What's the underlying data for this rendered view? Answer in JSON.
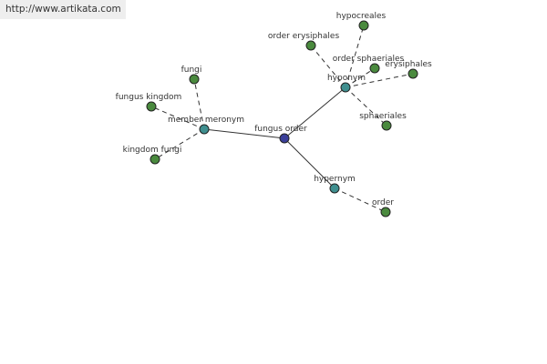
{
  "watermark": {
    "text": "http://www.artikata.com"
  },
  "colors": {
    "root": "#3a3f99",
    "relation": "#3f8f8f",
    "leaf": "#4a8a3e"
  },
  "nodes": {
    "fungus_order": {
      "label": "fungus order",
      "kind": "root"
    },
    "member_meronym": {
      "label": "member meronym",
      "kind": "relation"
    },
    "hyponym": {
      "label": "hyponym",
      "kind": "relation"
    },
    "hypernym": {
      "label": "hypernym",
      "kind": "relation"
    },
    "fungi": {
      "label": "fungi",
      "kind": "leaf"
    },
    "fungus_kingdom": {
      "label": "fungus kingdom",
      "kind": "leaf"
    },
    "kingdom_fungi": {
      "label": "kingdom fungi",
      "kind": "leaf"
    },
    "hypocreales": {
      "label": "hypocreales",
      "kind": "leaf"
    },
    "order_erysiphales": {
      "label": "order erysiphales",
      "kind": "leaf"
    },
    "order_sphaeriales": {
      "label": "order sphaeriales",
      "kind": "leaf"
    },
    "erysiphales": {
      "label": "erysiphales",
      "kind": "leaf"
    },
    "sphaeriales": {
      "label": "sphaeriales",
      "kind": "leaf"
    },
    "order": {
      "label": "order",
      "kind": "leaf"
    }
  },
  "edges": [
    {
      "from": "fungus_order",
      "to": "member_meronym",
      "style": "solid"
    },
    {
      "from": "fungus_order",
      "to": "hyponym",
      "style": "solid"
    },
    {
      "from": "fungus_order",
      "to": "hypernym",
      "style": "solid"
    },
    {
      "from": "member_meronym",
      "to": "fungi",
      "style": "dashed"
    },
    {
      "from": "member_meronym",
      "to": "fungus_kingdom",
      "style": "dashed"
    },
    {
      "from": "member_meronym",
      "to": "kingdom_fungi",
      "style": "dashed"
    },
    {
      "from": "hyponym",
      "to": "hypocreales",
      "style": "dashed"
    },
    {
      "from": "hyponym",
      "to": "order_erysiphales",
      "style": "dashed"
    },
    {
      "from": "hyponym",
      "to": "order_sphaeriales",
      "style": "dashed"
    },
    {
      "from": "hyponym",
      "to": "erysiphales",
      "style": "dashed"
    },
    {
      "from": "hyponym",
      "to": "sphaeriales",
      "style": "dashed"
    },
    {
      "from": "hypernym",
      "to": "order",
      "style": "dashed"
    }
  ]
}
